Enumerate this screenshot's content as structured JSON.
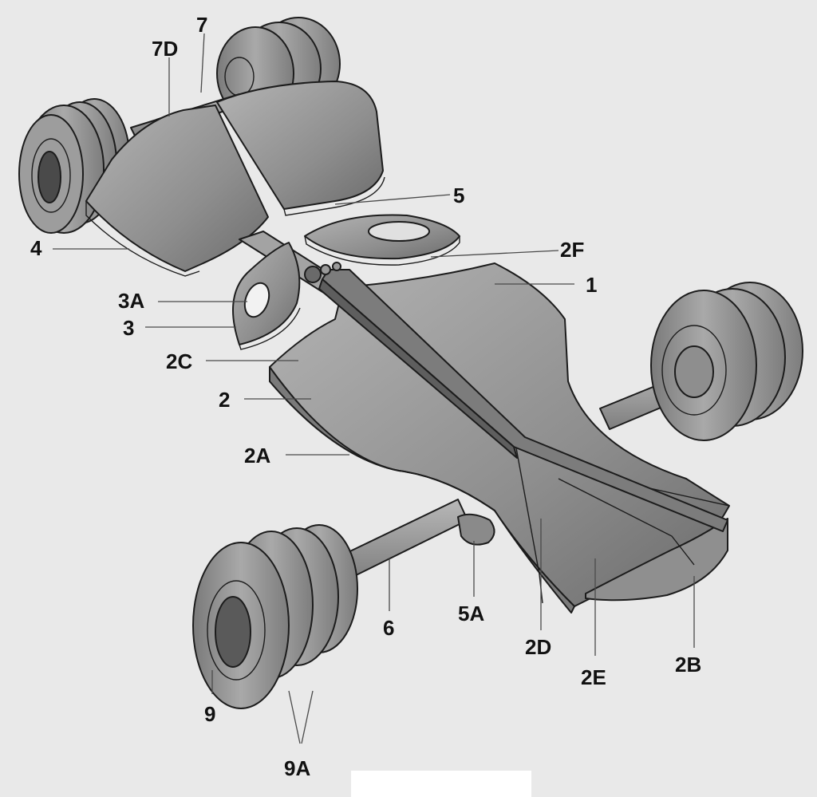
{
  "figure": {
    "callouts": {
      "c_7": "7",
      "c_7D": "7D",
      "c_5": "5",
      "c_4": "4",
      "c_2F": "2F",
      "c_1": "1",
      "c_3A": "3A",
      "c_3": "3",
      "c_2C": "2C",
      "c_2": "2",
      "c_2A": "2A",
      "c_6": "6",
      "c_5A": "5A",
      "c_2D": "2D",
      "c_2E": "2E",
      "c_2B": "2B",
      "c_9": "9",
      "c_9A": "9A"
    }
  },
  "colors": {
    "body_fill": "#9a9a9a",
    "body_dark": "#6f6f6f",
    "body_light": "#bdbdbd",
    "tire_fill": "#8a8a8a",
    "background": "#e9e9e9"
  }
}
